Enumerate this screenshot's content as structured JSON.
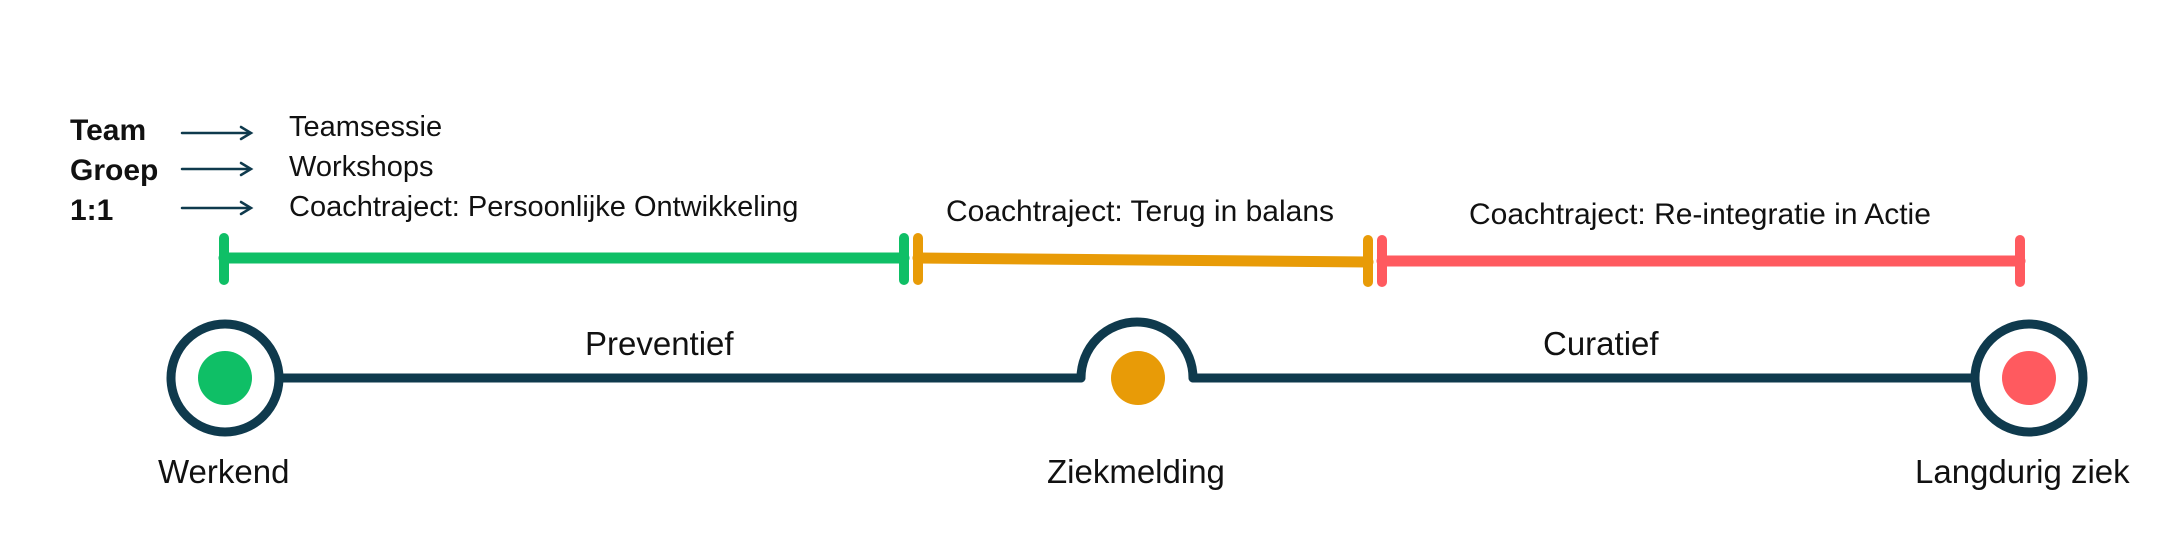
{
  "legend": [
    {
      "label": "Team",
      "description": "Teamsessie"
    },
    {
      "label": "Groep",
      "description": "Workshops"
    },
    {
      "label": "1:1",
      "description": "Coachtraject: Persoonlijke Ontwikkeling"
    }
  ],
  "tracks": [
    {
      "label": "",
      "color": "#0fbf66"
    },
    {
      "label": "Coachtraject: Terug in balans",
      "color": "#e89b07"
    },
    {
      "label": "Coachtraject: Re-integratie in Actie",
      "color": "#ff5a5f"
    }
  ],
  "phases": {
    "left": "Preventief",
    "right": "Curatief"
  },
  "nodes": [
    {
      "label": "Werkend",
      "color": "#0fbf66"
    },
    {
      "label": "Ziekmelding",
      "color": "#e89b07"
    },
    {
      "label": "Langdurig ziek",
      "color": "#ff5a5f"
    }
  ],
  "colors": {
    "timeline": "#0f3a4d",
    "arrow": "#0f3a4d"
  }
}
